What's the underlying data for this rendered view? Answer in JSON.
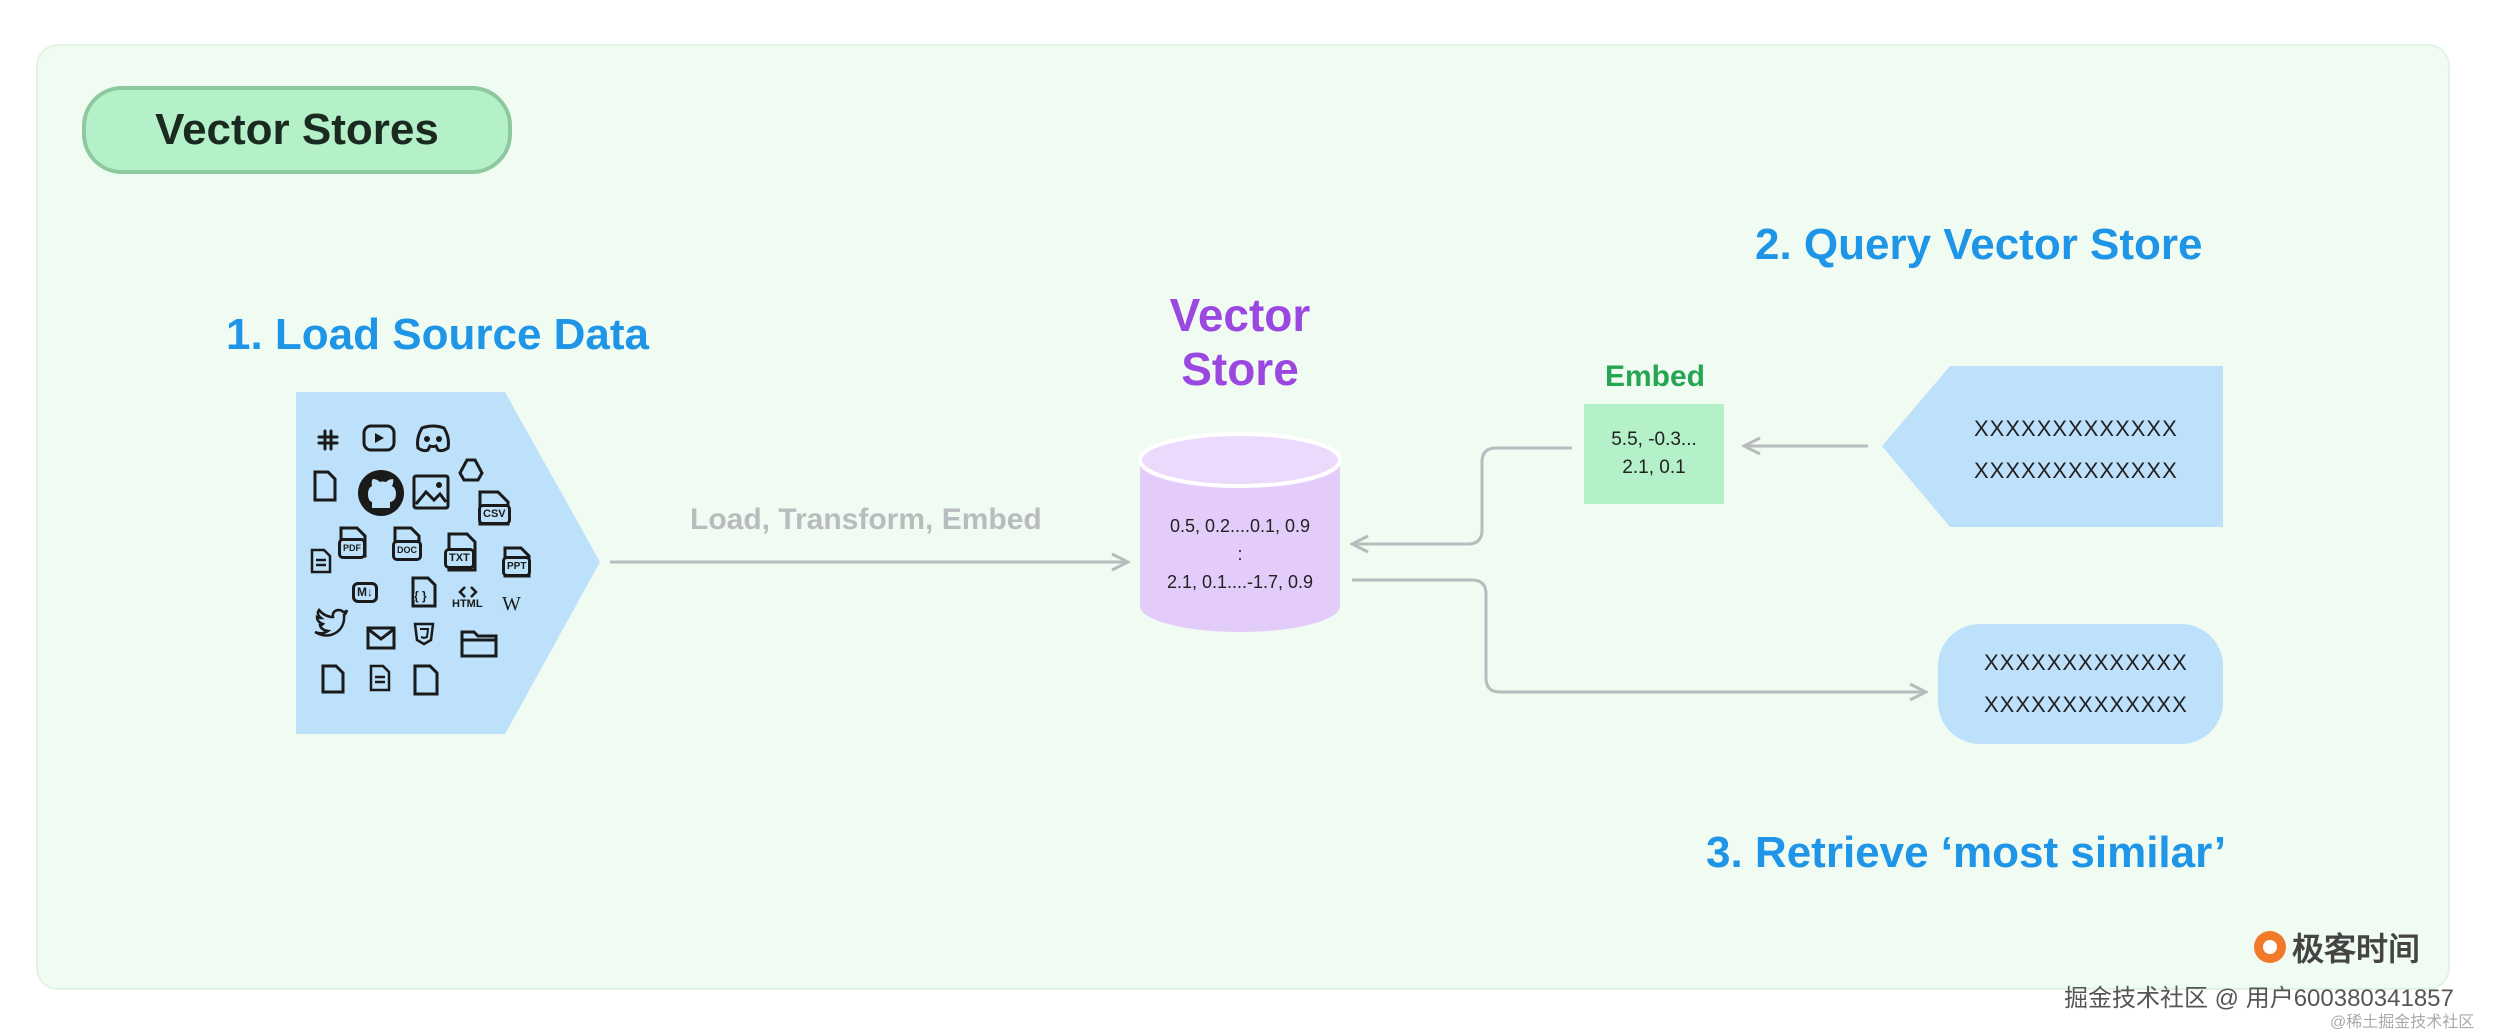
{
  "header": {
    "title": "Vector Stores"
  },
  "steps": {
    "load": "1. Load Source Data",
    "query": "2. Query Vector Store",
    "retrieve": "3. Retrieve ‘most similar’"
  },
  "vector_store": {
    "label_line1": "Vector",
    "label_line2": "Store",
    "rows": [
      "0.5, 0.2....0.1, 0.9",
      ":",
      "2.1, 0.1....-1.7, 0.9"
    ]
  },
  "flow": {
    "load_label": "Load, Transform, Embed"
  },
  "embed": {
    "label": "Embed",
    "line1": "5.5, -0.3...",
    "line2": "2.1, 0.1"
  },
  "query": {
    "line1": "XXXXXXXXXXXXX",
    "line2": "XXXXXXXXXXXXX"
  },
  "result": {
    "line1": "XXXXXXXXXXXXX",
    "line2": "XXXXXXXXXXXXX"
  },
  "source_icons": {
    "names": [
      "slack-icon",
      "youtube-icon",
      "discord-icon",
      "file-icon",
      "github-icon",
      "image-icon",
      "google-drive-icon",
      "csv-icon",
      "pdf-icon",
      "doc-icon",
      "txt-icon",
      "ppt-icon",
      "markdown-icon",
      "json-icon",
      "html-icon",
      "wikipedia-icon",
      "twitter-icon",
      "email-icon",
      "css-icon",
      "folder-icon"
    ],
    "tags": {
      "pdf": "PDF",
      "doc": "DOC",
      "txt": "TXT",
      "ppt": "PPT",
      "csv": "CSV",
      "markdown": "M↓",
      "html": "HTML",
      "wiki": "W",
      "json": "{ }"
    }
  },
  "branding": {
    "logo": "极客时间"
  },
  "watermark": {
    "line1": "掘金技术社区 @ 用户600380341857",
    "line2": "@稀土掘金技术社区"
  },
  "colors": {
    "panel": "#f0fbf2",
    "title_pill": "#b4f0c8",
    "step_blue": "#1e95e6",
    "vector_purple": "#9a48e0",
    "cylinder": "#e4ccfa",
    "embed_green": "#26a553",
    "source_blue": "#bde0fb",
    "arrow_gray": "#b9bcbe"
  }
}
